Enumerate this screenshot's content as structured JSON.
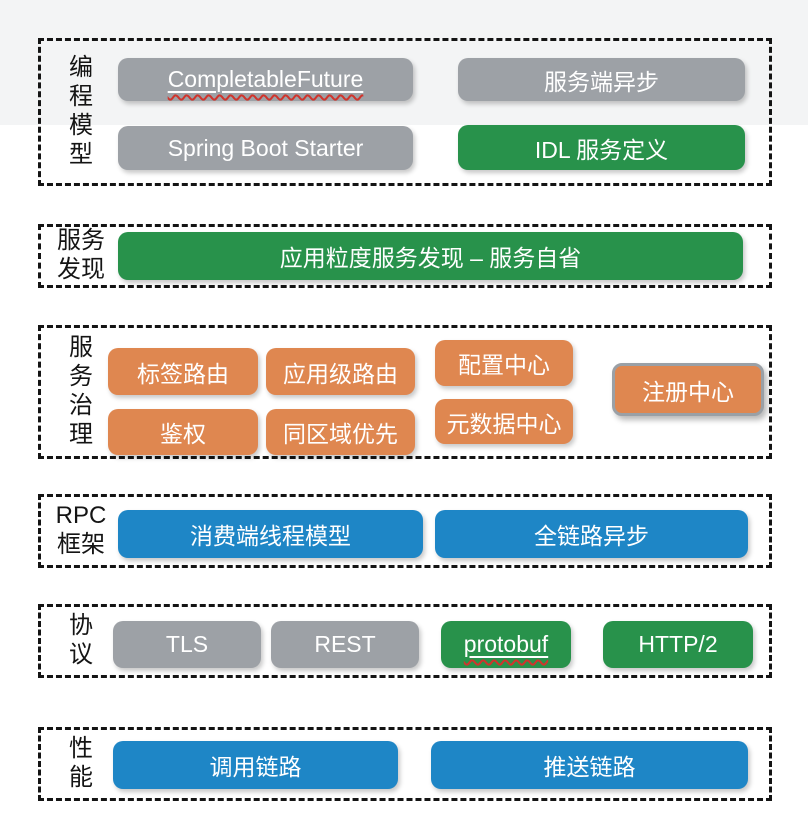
{
  "colors": {
    "gray_box": "#9DA1A6",
    "green_box": "#28924B",
    "orange_box": "#DF8750",
    "blue_box": "#1E86C6",
    "spellcheck_red": "#D0342C",
    "top_band": "#F3F4F5",
    "panel_border": "#141414"
  },
  "sections": [
    {
      "name": "programming-model",
      "label": "编程模型",
      "label_lines": [
        "编",
        "程",
        "模",
        "型"
      ],
      "boxes": [
        {
          "label": "CompletableFuture",
          "color": "gray",
          "spellcheck": true
        },
        {
          "label": "服务端异步",
          "color": "gray"
        },
        {
          "label": "Spring Boot Starter",
          "color": "gray"
        },
        {
          "label": "IDL 服务定义",
          "color": "green"
        }
      ]
    },
    {
      "name": "service-discovery",
      "label": "服务发现",
      "label_lines": [
        "服务",
        "发现"
      ],
      "boxes": [
        {
          "label": "应用粒度服务发现 – 服务自省",
          "color": "green"
        }
      ]
    },
    {
      "name": "service-governance",
      "label": "服务治理",
      "label_lines": [
        "服",
        "务",
        "治",
        "理"
      ],
      "boxes": [
        {
          "label": "标签路由",
          "color": "orange"
        },
        {
          "label": "应用级路由",
          "color": "orange"
        },
        {
          "label": "配置中心",
          "color": "orange"
        },
        {
          "label": "注册中心",
          "color": "orange",
          "outlined": true
        },
        {
          "label": "鉴权",
          "color": "orange"
        },
        {
          "label": "同区域优先",
          "color": "orange"
        },
        {
          "label": "元数据中心",
          "color": "orange"
        }
      ]
    },
    {
      "name": "rpc-framework",
      "label": "RPC框架",
      "label_lines": [
        "RPC",
        "框架"
      ],
      "boxes": [
        {
          "label": "消费端线程模型",
          "color": "blue"
        },
        {
          "label": "全链路异步",
          "color": "blue"
        }
      ]
    },
    {
      "name": "protocol",
      "label": "协议",
      "label_lines": [
        "协",
        "议"
      ],
      "boxes": [
        {
          "label": "TLS",
          "color": "gray"
        },
        {
          "label": "REST",
          "color": "gray"
        },
        {
          "label": "protobuf",
          "color": "green",
          "spellcheck": true
        },
        {
          "label": "HTTP/2",
          "color": "green"
        }
      ]
    },
    {
      "name": "performance",
      "label": "性能",
      "label_lines": [
        "性",
        "能"
      ],
      "boxes": [
        {
          "label": "调用链路",
          "color": "blue"
        },
        {
          "label": "推送链路",
          "color": "blue"
        }
      ]
    }
  ]
}
